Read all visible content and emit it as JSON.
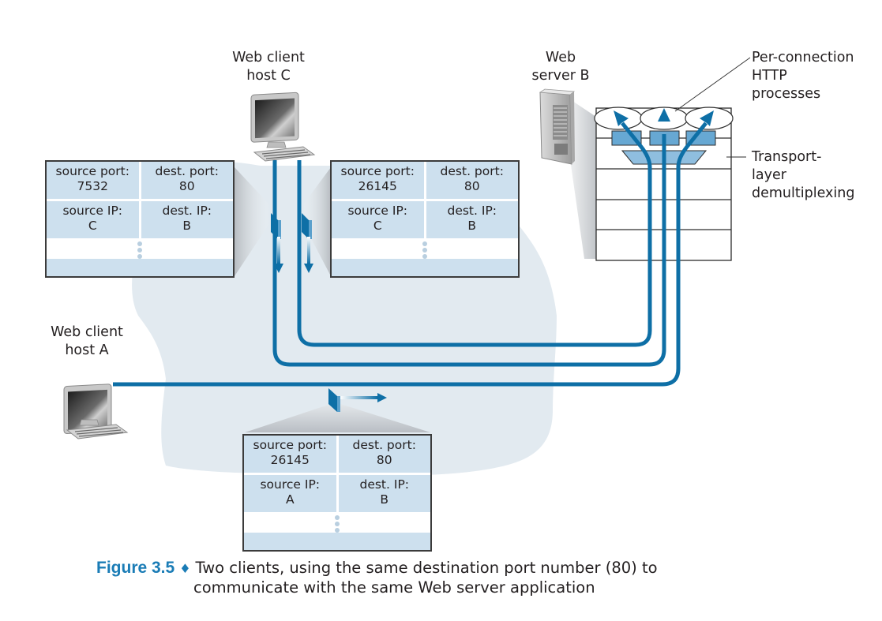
{
  "colors": {
    "link": "#0e6fa6",
    "cloud": "#e2eaf0",
    "segment_fill": "#cde0ee",
    "accent": "#1a7cb6"
  },
  "hosts": {
    "client_c": {
      "label_line1": "Web client",
      "label_line2": "host C",
      "icon": "desktop-computer-icon"
    },
    "client_a": {
      "label_line1": "Web client",
      "label_line2": "host A",
      "icon": "desktop-computer-icon"
    },
    "server_b": {
      "label_line1": "Web",
      "label_line2": "server B",
      "icon": "server-tower-icon"
    }
  },
  "annotations": {
    "processes": {
      "line1": "Per-connection",
      "line2": "HTTP",
      "line3": "processes"
    },
    "demux": {
      "line1": "Transport-",
      "line2": "layer",
      "line3": "demultiplexing"
    }
  },
  "segments": [
    {
      "name": "segment-c1",
      "source_port_label": "source port:",
      "source_port": "7532",
      "dest_port_label": "dest. port:",
      "dest_port": "80",
      "source_ip_label": "source IP:",
      "source_ip": "C",
      "dest_ip_label": "dest. IP:",
      "dest_ip": "B"
    },
    {
      "name": "segment-c2",
      "source_port_label": "source port:",
      "source_port": "26145",
      "dest_port_label": "dest. port:",
      "dest_port": "80",
      "source_ip_label": "source IP:",
      "source_ip": "C",
      "dest_ip_label": "dest. IP:",
      "dest_ip": "B"
    },
    {
      "name": "segment-a",
      "source_port_label": "source port:",
      "source_port": "26145",
      "dest_port_label": "dest. port:",
      "dest_port": "80",
      "source_ip_label": "source IP:",
      "source_ip": "A",
      "dest_ip_label": "dest. IP:",
      "dest_ip": "B"
    }
  ],
  "caption": {
    "figure": "Figure 3.5",
    "bullet": "♦",
    "line1": "Two clients, using the same destination port number (80) to",
    "line2": "communicate with the same Web server application"
  }
}
